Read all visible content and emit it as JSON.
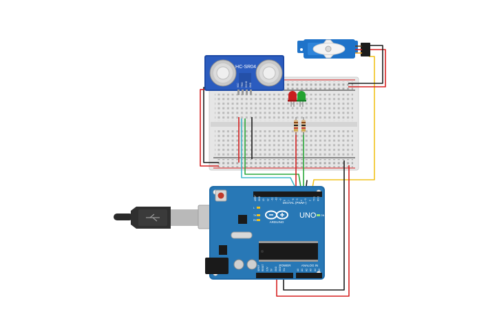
{
  "sensor": {
    "label": "HC-SR04",
    "pins": [
      "VCC",
      "TRIG",
      "ECHO",
      "GND"
    ]
  },
  "board": {
    "logo": "ARDUINO",
    "model": "UNO",
    "digital_header": "DIGITAL (PWM~)",
    "power_header": "POWER",
    "analog_header": "ANALOG IN",
    "led_labels": [
      "L",
      "TX",
      "RX",
      "ON"
    ],
    "power_pins": [
      "IOREF",
      "RESET",
      "3.3V",
      "5V",
      "GND",
      "GND",
      "Vin"
    ],
    "analog_pins": [
      "A0",
      "A1",
      "A2",
      "A3",
      "A4",
      "A5"
    ],
    "digital_pins": [
      "AREF",
      "GND",
      "13",
      "12",
      "~11",
      "~10",
      "~9",
      "8",
      "7",
      "~6",
      "~5",
      "4",
      "~3",
      "2",
      "TX 1",
      "RX 0"
    ]
  },
  "components": {
    "leds": [
      {
        "color": "#d11f1f"
      },
      {
        "color": "#1fa32a"
      }
    ],
    "servo": {
      "color": "#1f73c9"
    }
  },
  "wire_colors": {
    "red": "#d51f1f",
    "black": "#1a1a1a",
    "green": "#2aa83a",
    "teal": "#3fb8c8",
    "yellow": "#f2c21a"
  }
}
